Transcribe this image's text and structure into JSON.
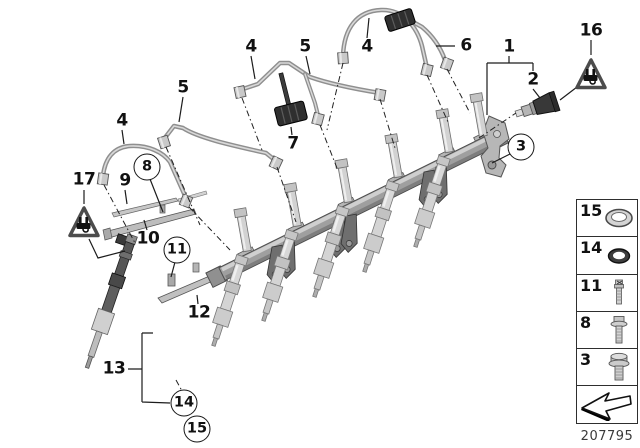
{
  "figure": {
    "drawing_number": "207795"
  },
  "callouts": {
    "c4_top_left": {
      "label": "4"
    },
    "c5_top": {
      "label": "5"
    },
    "c4_top_right": {
      "label": "4"
    },
    "c6": {
      "label": "6"
    },
    "c1": {
      "label": "1"
    },
    "c2": {
      "label": "2"
    },
    "c16": {
      "label": "16"
    },
    "c4_left": {
      "label": "4"
    },
    "c5_left": {
      "label": "5"
    },
    "c7": {
      "label": "7"
    },
    "c3": {
      "label": "3"
    },
    "c8": {
      "label": "8"
    },
    "c17": {
      "label": "17"
    },
    "c9": {
      "label": "9"
    },
    "c10": {
      "label": "10"
    },
    "c11": {
      "label": "11"
    },
    "c12": {
      "label": "12"
    },
    "c13": {
      "label": "13"
    },
    "c14": {
      "label": "14"
    },
    "c15": {
      "label": "15"
    }
  },
  "warning_triangles": {
    "right": {
      "icon": "electrical-plug-warning-icon"
    },
    "left": {
      "icon": "electrical-plug-warning-icon"
    }
  },
  "legend": {
    "items": [
      {
        "label": "15",
        "icon": "sealing-ring-icon"
      },
      {
        "label": "14",
        "icon": "o-ring-icon"
      },
      {
        "label": "11",
        "icon": "valve-screw-icon"
      },
      {
        "label": "8",
        "icon": "hex-screw-icon"
      },
      {
        "label": "3",
        "icon": "flange-bolt-icon"
      },
      {
        "label": "",
        "icon": "direction-arrow-icon"
      }
    ]
  }
}
